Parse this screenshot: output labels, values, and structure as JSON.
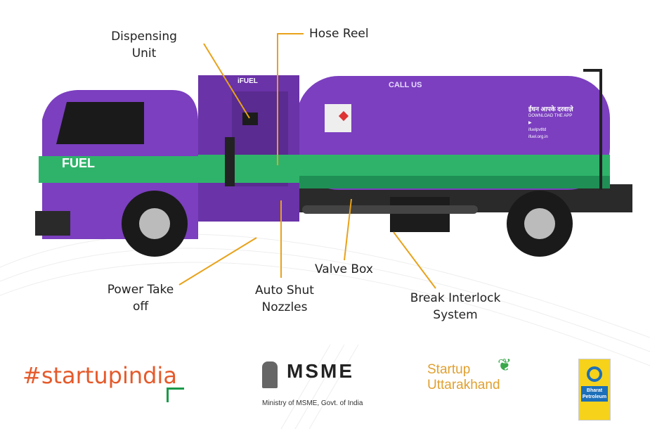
{
  "labels": {
    "dispensing_unit": [
      "Dispensing",
      "Unit"
    ],
    "hose_reel": "Hose Reel",
    "power_take_off": [
      "Power Take",
      "off"
    ],
    "auto_shut_nozzles": [
      "Auto Shut",
      "Nozzles"
    ],
    "valve_box": "Valve Box",
    "break_interlock": [
      "Break Interlock",
      "System"
    ]
  },
  "truck": {
    "cab_brand": "FUEL",
    "unit_brand": "iFUEL",
    "tank_call": "CALL US",
    "tank_hindi": "ईंधन आपके दरवाज़े",
    "tank_download": "DOWNLOAD THE APP",
    "tank_social": "ifuelpvtltd",
    "tank_site": "ifuel.org.in"
  },
  "logos": {
    "startupindia": "#startupindia",
    "msme": "MSME",
    "msme_caption": "Ministry of MSME, Govt. of India",
    "startup_uk_1": "Startup",
    "startup_uk_2": "Uttarakhand",
    "bharat_1": "Bharat",
    "bharat_2": "Petroleum"
  },
  "colors": {
    "purple": "#7b3fbf",
    "green": "#2fb36a",
    "leader": "#e8a21a",
    "startupindia": "#e55a2b",
    "uk": "#e0a030"
  }
}
